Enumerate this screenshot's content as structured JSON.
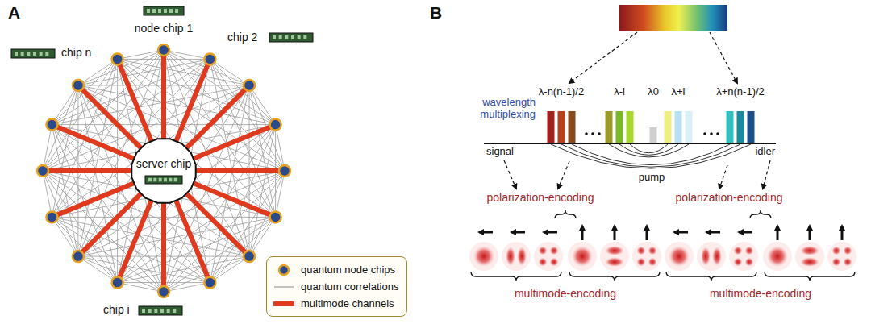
{
  "diagram": {
    "nodes": [
      {
        "text": [
          "server chip"
        ]
      }
    ],
    "labels": [
      "A",
      "node chip 1",
      "chip 2",
      "chip n",
      "chip i",
      "B",
      "λ-n(n-1)/2",
      "λ-i",
      "λ0",
      "λ+i",
      "λ+n(n-1)/2",
      "wavelength multiplexing",
      "signal",
      "pump",
      "idler",
      "polarization-encoding",
      "polarization-encoding",
      "multimode-encoding",
      "multimode-encoding"
    ],
    "legend": [
      {
        "text": "quantum node chips"
      },
      {
        "text": "quantum correlations"
      },
      {
        "text": "multimode channels"
      }
    ]
  }
}
